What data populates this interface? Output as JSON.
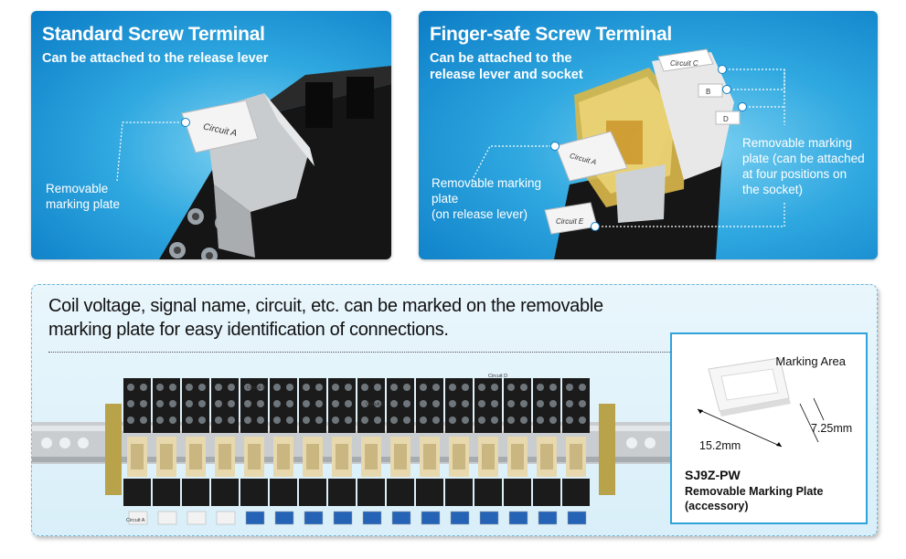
{
  "left_panel": {
    "title": "Standard Screw Terminal",
    "subtitle": "Can be attached to the release lever",
    "callout": [
      "Removable",
      "marking plate"
    ],
    "tag": "Circuit A"
  },
  "right_panel": {
    "title": "Finger-safe Screw Terminal",
    "subtitle_lines": [
      "Can be attached to the",
      "release lever and socket"
    ],
    "callout_lever": [
      "Removable marking",
      "plate",
      "(on release lever)"
    ],
    "callout_socket": [
      "Removable marking",
      "plate (can be attached",
      "at four positions on",
      "the socket)"
    ],
    "tags": [
      "Circuit A",
      "Circuit C",
      "B",
      "D",
      "Circuit E"
    ]
  },
  "bottom": {
    "text": "Coil voltage, signal name, circuit, etc. can be marked on the removable marking plate for easy identification of connections.",
    "row_tags": {
      "a": "Circuit A",
      "b": "Circuit B",
      "c": "Circuit C",
      "d": "Circuit D"
    }
  },
  "accessory": {
    "area_label": "Marking Area",
    "width_dim": "15.2mm",
    "height_dim": "7.25mm",
    "model": "SJ9Z-PW",
    "description": "Removable Marking Plate",
    "note": "(accessory)"
  },
  "colors": {
    "panel_blue": "#1a90d4",
    "accessory_border": "#2ea3dc",
    "callout_dot": "#ffffff"
  }
}
